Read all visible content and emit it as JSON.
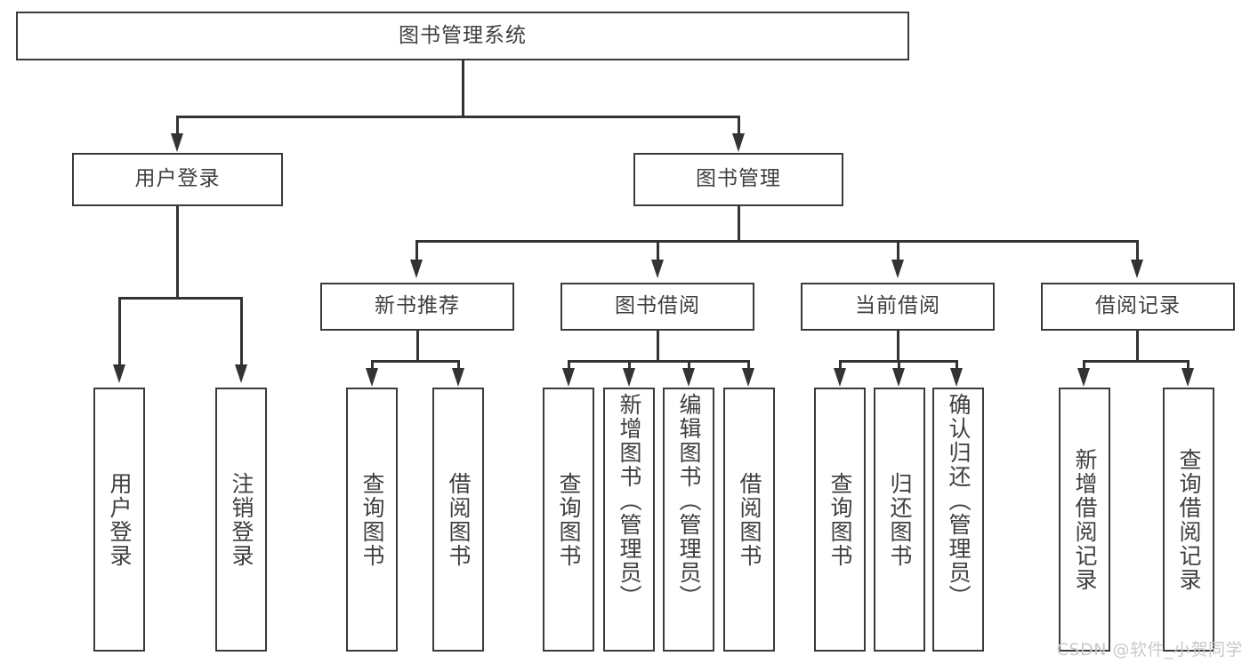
{
  "diagram": {
    "type": "tree",
    "title": "图书管理系统",
    "root": {
      "label": "图书管理系统"
    },
    "level2": [
      {
        "label": "用户登录"
      },
      {
        "label": "图书管理"
      }
    ],
    "level3": [
      {
        "label": "新书推荐"
      },
      {
        "label": "图书借阅"
      },
      {
        "label": "当前借阅"
      },
      {
        "label": "借阅记录"
      }
    ],
    "leaves": {
      "user_login": [
        {
          "label": "用户登录"
        },
        {
          "label": "注销登录"
        }
      ],
      "new_book_recommend": [
        {
          "label": "查询图书"
        },
        {
          "label": "借阅图书"
        }
      ],
      "book_borrow": [
        {
          "label": "查询图书"
        },
        {
          "label": "新增图书（管理员）"
        },
        {
          "label": "编辑图书（管理员）"
        },
        {
          "label": "借阅图书"
        }
      ],
      "current_borrow": [
        {
          "label": "查询图书"
        },
        {
          "label": "归还图书"
        },
        {
          "label": "确认归还（管理员）"
        }
      ],
      "borrow_record": [
        {
          "label": "新增借阅记录"
        },
        {
          "label": "查询借阅记录"
        }
      ]
    }
  },
  "watermark": {
    "text": "CSDN @软件_小贺同学"
  },
  "colors": {
    "stroke": "#3a3a3a",
    "line": "#333333",
    "text": "#3f3f3f",
    "background": "#ffffff",
    "watermark": "#c9c9c9"
  }
}
